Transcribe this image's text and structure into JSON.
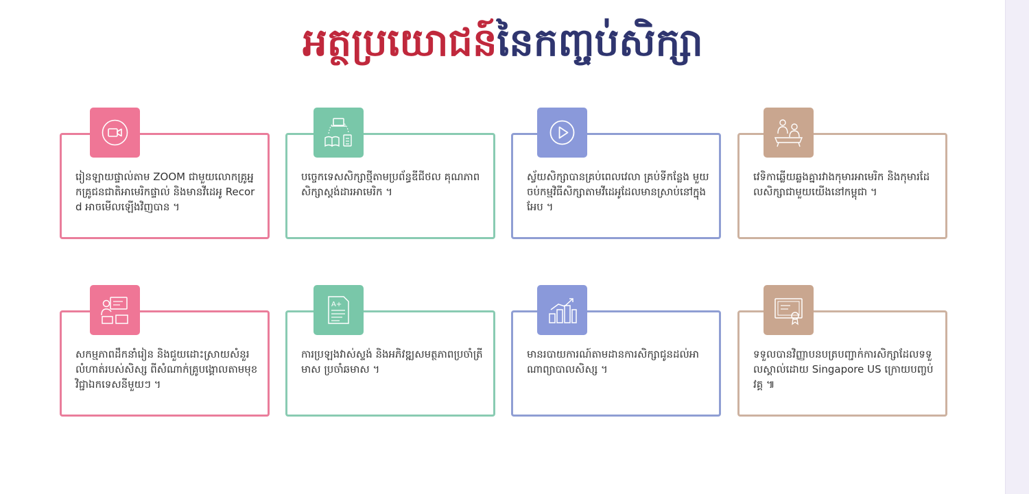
{
  "title": {
    "part1": "អត្ថប្រយោជន៍",
    "part2": "នៃកញ្ចប់សិក្សា"
  },
  "colors": {
    "title_red": "#c0283c",
    "title_navy": "#2f356f",
    "pink": "#ef7696",
    "green": "#79c7a9",
    "blue": "#8a99da",
    "tan": "#c9a68f"
  },
  "cards": [
    {
      "icon": "video-camera-icon",
      "text": "រៀនឡាយផ្ទាល់តាម ZOOM ជាមួយលោកគ្រូអ្នកគ្រូជនជាតិអាមេរិកផ្ទាល់ និងមានវីដេអូ Record អាចមើលឡើងវិញបាន ។"
    },
    {
      "icon": "laptop-book-icon",
      "text": "បច្ចេកទេសសិក្សាថ្មីតាមប្រព័ន្ធឌីជីថល គុណភាពសិក្សាស្តង់ដារអាមេរិក ។"
    },
    {
      "icon": "play-icon",
      "text": "ស្វ័យសិក្សាបានគ្រប់ពេលវេលា គ្រប់ទីកន្លែង មួយចប់កម្មវិធីសិក្សាតាមវីដេអូដែលមានស្រាប់នៅក្នុងអែប ។"
    },
    {
      "icon": "students-icon",
      "text": "វេទិកាឆ្លើយឆ្លងគ្នារវាងកុមារអាមេរិក និងកុមារដែលសិក្សាជាមួយយើងនៅកម្ពុជា ។"
    },
    {
      "icon": "teacher-board-icon",
      "text": "សកម្មភាពដឹកនាំរៀន និងជួយដោះស្រាយសំនួរលំហាត់របស់សិស្ស ពីសំណាក់គ្រូបង្គោលតាមមុខវិជ្ជាឯកទេសនីមួយៗ ។"
    },
    {
      "icon": "graded-paper-icon",
      "text": "ការប្រឡងវាស់ស្ទង់ និងអភិវឌ្ឍសមត្ថភាពប្រចាំត្រីមាស ប្រចាំឆមាស ។"
    },
    {
      "icon": "bar-chart-icon",
      "text": "មានរបាយការណ៍តាមដានការសិក្សាជូនដល់អាណាព្យាបាលសិស្ស ។"
    },
    {
      "icon": "certificate-icon",
      "text": "ទទួលបានវិញ្ញាបនបត្របញ្ជាក់ការសិក្សាដែលទទួលស្គាល់ដោយ Singapore US ក្រោយបញ្ចប់វគ្គ ៕"
    }
  ]
}
